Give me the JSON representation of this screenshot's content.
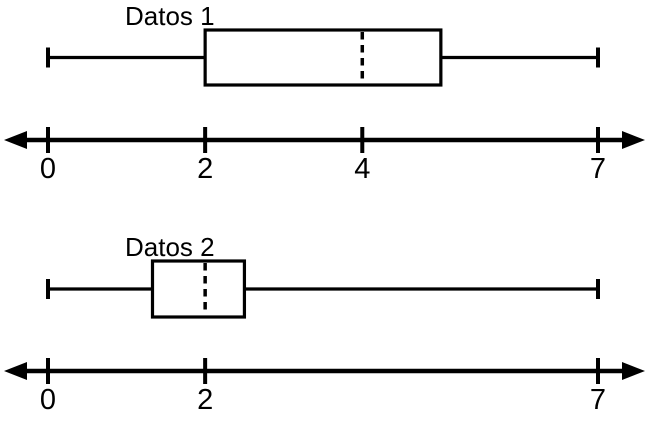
{
  "figure": {
    "background_color": "#ffffff",
    "ink_color": "#000000"
  },
  "chart_data": [
    {
      "type": "boxplot",
      "orientation": "horizontal",
      "title": "Datos 1",
      "min": 0,
      "q1": 2,
      "median": 4,
      "q3": 5,
      "max": 7,
      "axis_ticks": [
        "0",
        "2",
        "4",
        "7"
      ],
      "axis_tick_values": [
        0,
        2,
        4,
        7
      ],
      "axis_range": [
        0,
        7
      ],
      "median_style": "dashed",
      "axis_arrows": "both"
    },
    {
      "type": "boxplot",
      "orientation": "horizontal",
      "title": "Datos 2",
      "min": 0,
      "q1": 1.33,
      "median": 2,
      "q3": 2.5,
      "max": 7,
      "axis_ticks": [
        "0",
        "2",
        "7"
      ],
      "axis_tick_values": [
        0,
        2,
        7
      ],
      "axis_range": [
        0,
        7
      ],
      "median_style": "dashed",
      "axis_arrows": "both"
    }
  ]
}
